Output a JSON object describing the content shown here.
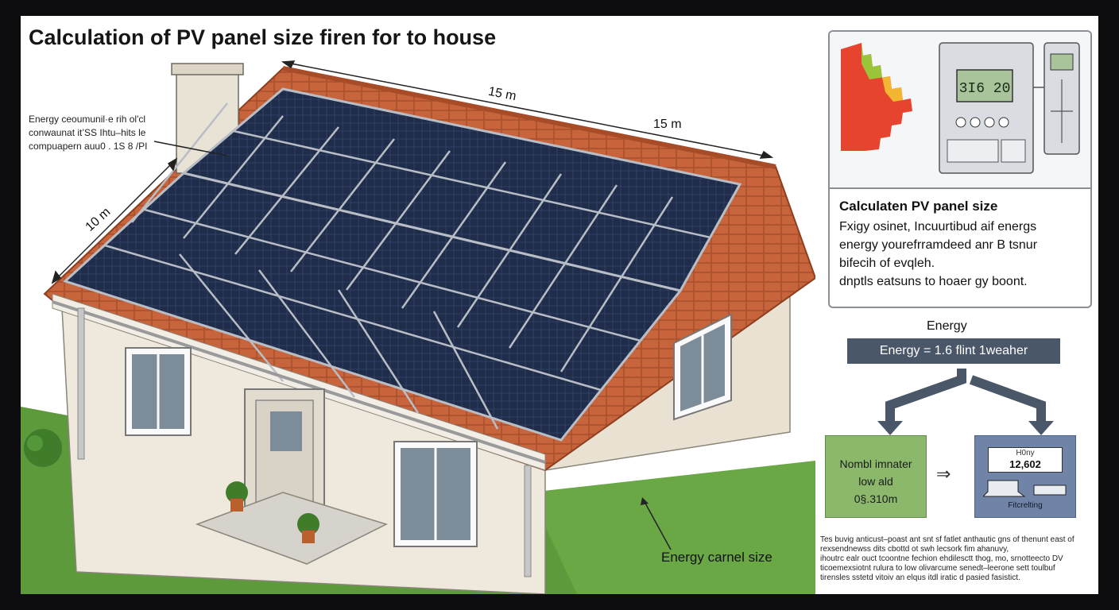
{
  "title": "Calculation of PV panel size firen for to house",
  "note_lines": [
    "Energy ceoumunil·e rih ol'cl",
    "conwaunat it’SS Ihtu–hits le",
    "compuapern auu0 . 1S 8 /PI"
  ],
  "dimensions": {
    "ridge_top": "15 m",
    "ridge_right": "15 m",
    "slope": "10 m"
  },
  "meter_display": "3I6 20",
  "info_box": {
    "heading": "Calculaten PV panel size",
    "lines": [
      "Fxigy osinet, Incuurtibud aif energs",
      "energy yourefrramdeed anr B tsnur",
      "bifecih of evqleh.",
      "dnptls eatsuns to hoaer gy boont."
    ]
  },
  "equation": {
    "label": "Energy",
    "formula": "Energy = 1.6 flint   1weaher"
  },
  "green_box": {
    "lines": [
      "Nombl imnater",
      "low ald",
      "0§.310m"
    ]
  },
  "blue_box": {
    "display_top": "H0ny",
    "display_value": "12,602",
    "caption": "Fitcrelting"
  },
  "fine_print": [
    "Tes buvig anticust–poast ant snt sf fatlet anthautic gns of thenunt east of",
    "rexsendnewss dits cbottd ot swh lecsork fim ahanuvy,",
    "ihoutrc ealr ouct tcoontne fechion ehdilesctt  thog, mo, srnotteecto DV",
    "ticoemexsiotnt rulura to low olivarcume senedt–leerone sett toulbuf",
    "tirensles sstetd vitoiv an elqus itdl iratic d pasied fasistict."
  ],
  "bottom_caption": "Energy carnel size",
  "colors": {
    "roof_tile": "#c8643b",
    "panel": "#1f2d4a",
    "panel_frame": "#b9bec6",
    "wall": "#efe9dd",
    "grass": "#5c9a3c",
    "equation_bar": "#4a5768",
    "green_box": "#8bb86b",
    "blue_box": "#6f84a6"
  }
}
